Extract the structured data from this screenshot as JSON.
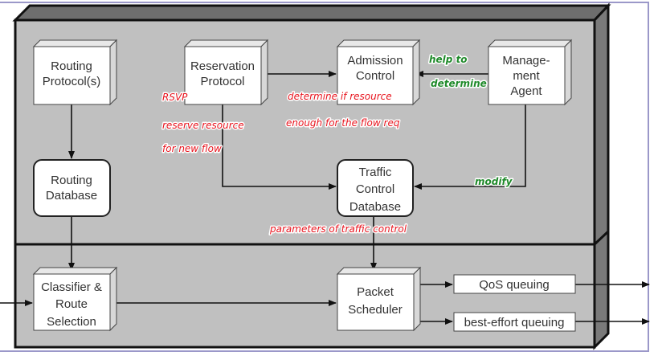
{
  "diagram": {
    "title": "RSVP router architecture",
    "blocks": {
      "routing_protocol": [
        "Routing",
        "Protocol(s)"
      ],
      "reservation_protocol": [
        "Reservation",
        "Protocol"
      ],
      "admission_control": [
        "Admission",
        "Control"
      ],
      "management_agent": [
        "Manage-",
        "ment",
        "Agent"
      ],
      "routing_database": [
        "Routing",
        "Database"
      ],
      "traffic_control_database": [
        "Traffic",
        "Control",
        "Database"
      ],
      "classifier": [
        "Classifier &",
        "Route",
        "Selection"
      ],
      "packet_scheduler": [
        "Packet",
        "Scheduler"
      ],
      "qos_queuing": "QoS queuing",
      "best_effort_queuing": "best-effort queuing"
    },
    "annotations": {
      "rsvp": "RSVP",
      "reserve_1": "reserve resource",
      "reserve_2": "for new flow",
      "determine_1": "determine if resource",
      "determine_2": "enough for the flow req",
      "help_1": "help to",
      "help_2": "determine",
      "modify": "modify",
      "parameters": "parameters of traffic control"
    },
    "colors": {
      "annotation_red": "#e8141e",
      "annotation_green": "#1f8a2a",
      "panel_fill": "#c0c0c0",
      "frame_border": "#9b98c9"
    }
  }
}
